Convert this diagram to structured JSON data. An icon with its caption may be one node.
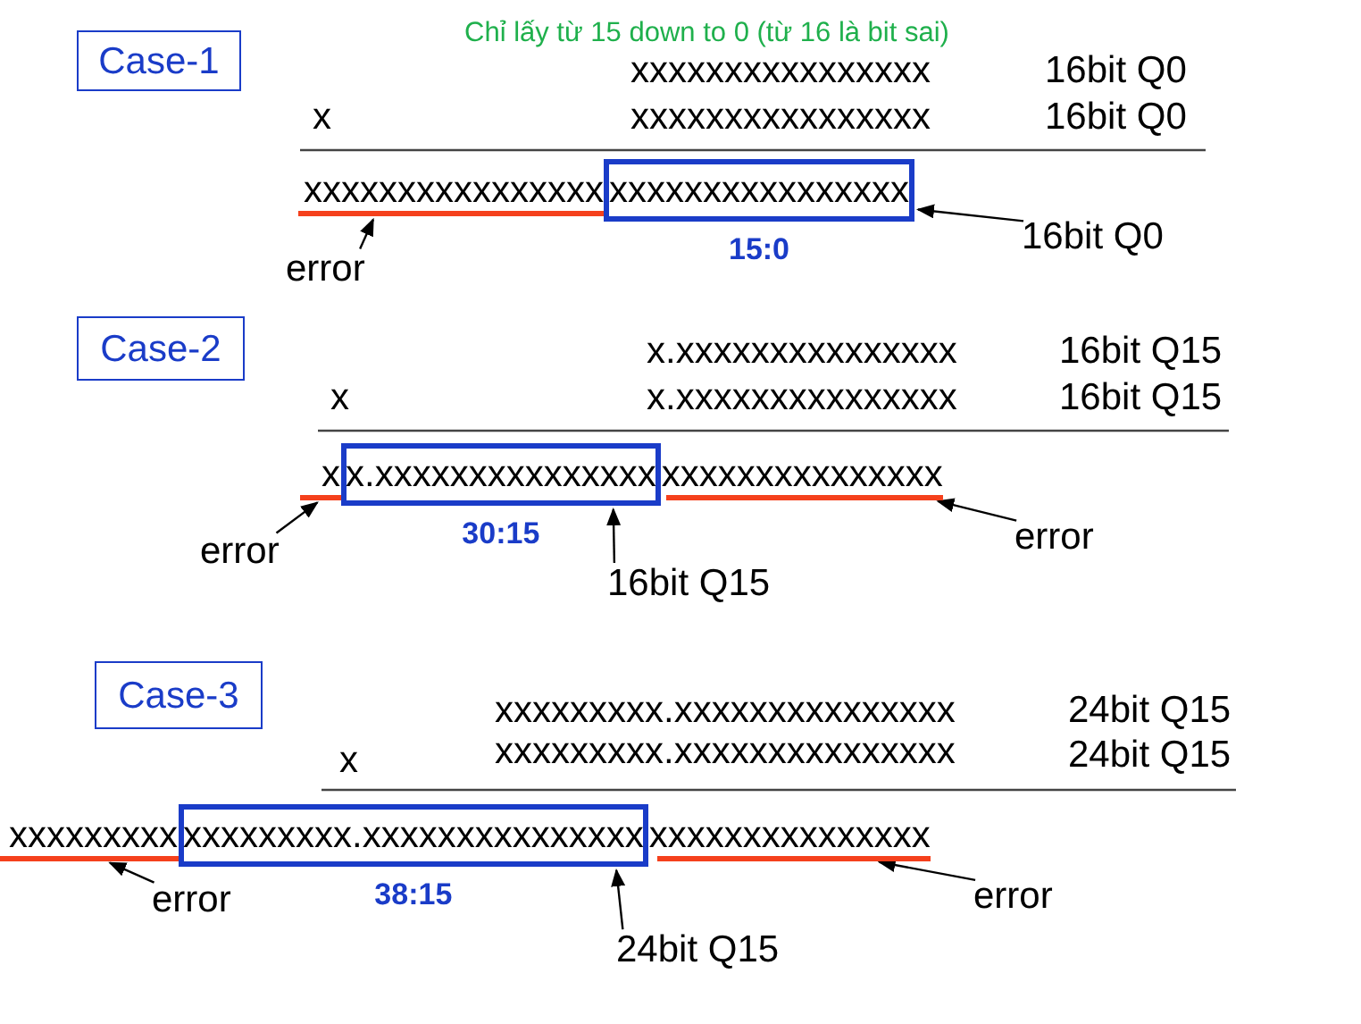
{
  "diagram": {
    "nodes": [
      {
        "text": [
          "Case-1"
        ]
      },
      {
        "text": [
          "xxxxxxxxxxxxxxxx"
        ],
        "beside": [
          "15:0"
        ]
      },
      {
        "text": [],
        "shape": "bar"
      },
      {
        "text": [
          "error"
        ]
      },
      {
        "text": [
          "16bit Q0"
        ]
      },
      {
        "text": [
          "Case-2"
        ]
      },
      {
        "text": [
          "x.xxxxxxxxxxxxxxx"
        ],
        "beside": [
          "30:15"
        ]
      },
      {
        "text": [],
        "shape": "bar"
      },
      {
        "text": [],
        "shape": "bar"
      },
      {
        "text": [
          "error"
        ]
      },
      {
        "text": [
          "16bit Q15"
        ]
      },
      {
        "text": [
          "error"
        ]
      },
      {
        "text": [
          "Case-3"
        ]
      },
      {
        "text": [
          "xxxxxxxxx.xxxxxxxxxxxxxxx"
        ],
        "beside": [
          "38:15"
        ]
      },
      {
        "text": [],
        "shape": "bar"
      },
      {
        "text": [],
        "shape": "bar"
      },
      {
        "text": [
          "error"
        ]
      },
      {
        "text": [
          "24bit Q15"
        ]
      },
      {
        "text": [
          "error"
        ]
      }
    ],
    "edges": [
      {
        "from": 3,
        "to": 2,
        "arrow": "to"
      },
      {
        "from": 4,
        "to": 1,
        "arrow": "to"
      },
      {
        "from": 9,
        "to": 7,
        "arrow": "to"
      },
      {
        "from": 10,
        "to": 6,
        "arrow": "to"
      },
      {
        "from": 11,
        "to": 8,
        "arrow": "to"
      },
      {
        "from": 16,
        "to": 14,
        "arrow": "to"
      },
      {
        "from": 17,
        "to": 13,
        "arrow": "to"
      },
      {
        "from": 18,
        "to": 15,
        "arrow": "to"
      }
    ],
    "labels": [
      "Chỉ lấy từ 15 down to 0 (từ 16 là bit sai)",
      "xxxxxxxxxxxxxxxx",
      "16bit Q0",
      "x",
      "xxxxxxxxxxxxxxxx",
      "16bit Q0",
      "xxxxxxxxxxxxxxxx",
      "x.xxxxxxxxxxxxxxx",
      "16bit Q15",
      "x",
      "x.xxxxxxxxxxxxxxx",
      "16bit Q15",
      "x",
      "xxxxxxxxxxxxxxx",
      "xxxxxxxxx.xxxxxxxxxxxxxxx",
      "24bit Q15",
      "x",
      "xxxxxxxxx.xxxxxxxxxxxxxxx",
      "24bit Q15",
      "xxxxxxxxx",
      "xxxxxxxxxxxxxxx"
    ]
  }
}
